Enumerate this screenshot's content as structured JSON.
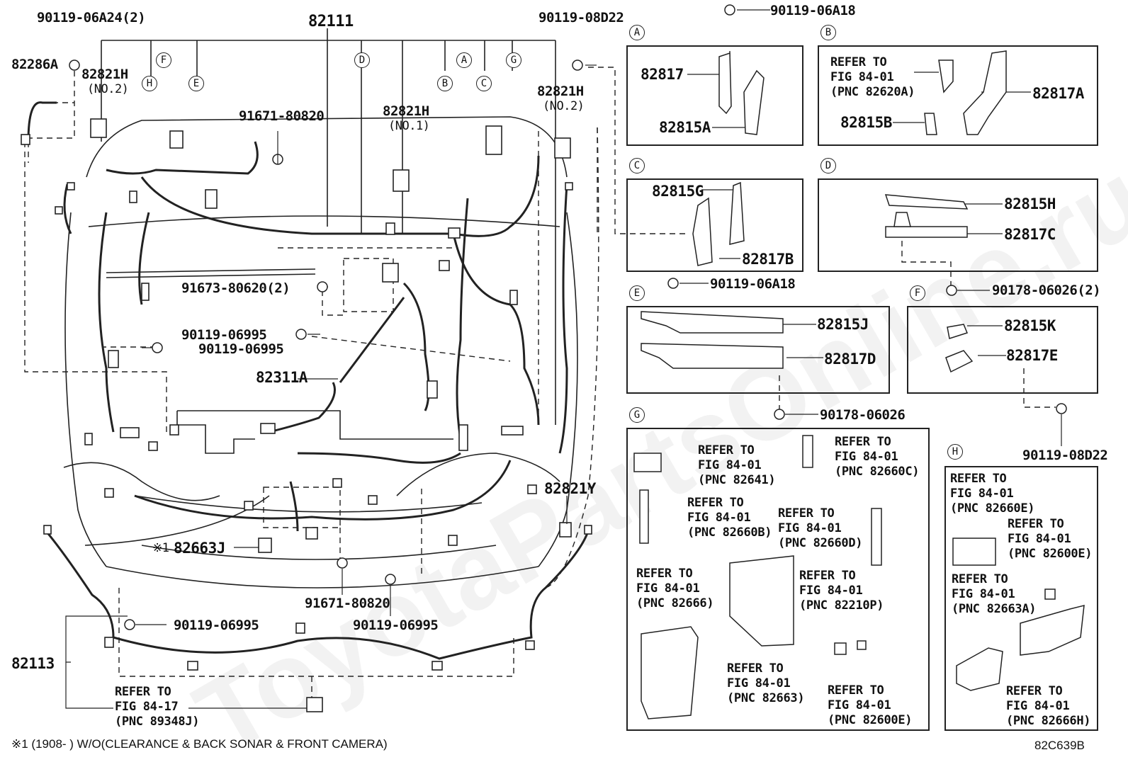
{
  "watermark": "ToyotaPartsOnline.ru",
  "main": {
    "top_part": "82111",
    "labels": {
      "p90119_06A24": "90119-06A24(2)",
      "p82286A": "82286A",
      "p82821H_left": "82821H",
      "p82821H_left_sub": "(NO.2)",
      "p82821H_mid": "82821H",
      "p82821H_mid_sub": "(NO.1)",
      "p82821H_right": "82821H",
      "p82821H_right_sub": "(NO.2)",
      "p90119_08D22_top": "90119-08D22",
      "p91671_80820_top": "91671-80820",
      "p91673": "91673-80620(2)",
      "p90119_06995_a": "90119-06995",
      "p90119_06995_b": "90119-06995",
      "p82311A": "82311A",
      "p82821Y": "82821Y",
      "p82663J_mark": "※1",
      "p82663J": "82663J",
      "p91671_80820_bot": "91671-80820",
      "p90119_06995_c": "90119-06995",
      "p90119_06995_d": "90119-06995",
      "p82113": "82113",
      "ref_84_17": "REFER TO\nFIG 84-17\n(PNC 89348J)"
    },
    "callouts": [
      "H",
      "F",
      "E",
      "D",
      "B",
      "A",
      "C",
      "G"
    ]
  },
  "panels": {
    "A": {
      "letter": "A",
      "parts": [
        "82817",
        "82815A"
      ],
      "screw": "90119-06A18"
    },
    "B": {
      "letter": "B",
      "ref": "REFER TO\nFIG 84-01\n(PNC 82620A)",
      "parts": [
        "82817A",
        "82815B"
      ]
    },
    "C": {
      "letter": "C",
      "parts": [
        "82815G",
        "82817B"
      ]
    },
    "D": {
      "letter": "D",
      "parts": [
        "82815H",
        "82817C"
      ]
    },
    "E": {
      "letter": "E",
      "parts": [
        "82815J",
        "82817D"
      ],
      "screw_top": "90119-06A18",
      "clip_bot": "90178-06026"
    },
    "F": {
      "letter": "F",
      "parts": [
        "82815K",
        "82817E"
      ],
      "clip_top": "90178-06026(2)",
      "screw_bot": "90119-08D22"
    },
    "G": {
      "letter": "G",
      "refs": [
        "REFER TO\nFIG 84-01\n(PNC 82641)",
        "REFER TO\nFIG 84-01\n(PNC 82660C)",
        "REFER TO\nFIG 84-01\n(PNC 82660B)",
        "REFER TO\nFIG 84-01\n(PNC 82660D)",
        "REFER TO\nFIG 84-01\n(PNC 82666)",
        "REFER TO\nFIG 84-01\n(PNC 82210P)",
        "REFER TO\nFIG 84-01\n(PNC 82663)",
        "REFER TO\nFIG 84-01\n(PNC 82600E)"
      ]
    },
    "H": {
      "letter": "H",
      "refs": [
        "REFER TO\nFIG 84-01\n(PNC 82660E)",
        "REFER TO\nFIG 84-01\n(PNC 82600E)",
        "REFER TO\nFIG 84-01\n(PNC 82663A)",
        "REFER TO\nFIG 84-01\n(PNC 82666H)"
      ]
    }
  },
  "footnote": "※1 (1908-      ) W/O(CLEARANCE & BACK SONAR & FRONT CAMERA)",
  "figure_code": "82C639B"
}
